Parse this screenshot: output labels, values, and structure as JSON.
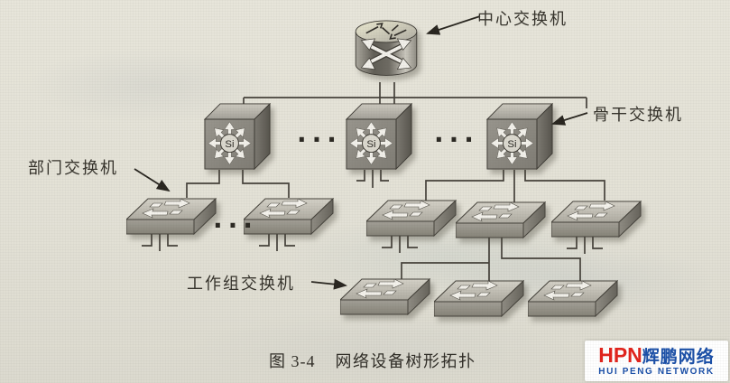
{
  "page": {
    "background": "#e3e1d6",
    "line_color": "#45413a"
  },
  "figure": {
    "caption_number": "图 3-4",
    "caption_title": "网络设备树形拓扑"
  },
  "labels": {
    "central_switch": "中心交换机",
    "backbone_switch": "骨干交换机",
    "department_switch": "部门交换机",
    "workgroup_switch": "工作组交换机"
  },
  "devices": {
    "si_badge": "Si",
    "ellipsis": "···"
  },
  "watermark": {
    "abbr": "HPN",
    "name_cn": "辉鹏网络",
    "name_en": "HUI PENG NETWORK",
    "abbr_color": "#e2231c",
    "name_color": "#1a4fa8"
  }
}
